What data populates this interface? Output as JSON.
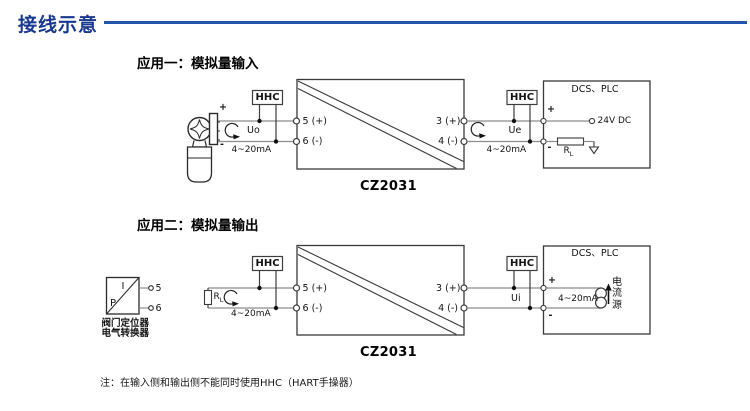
{
  "header": {
    "title": "接线示意"
  },
  "colors": {
    "title_blue": "#19388f",
    "rule_blue": "#2356a8",
    "wire_gray": "#8c8c8c",
    "ink": "#3d3d3d"
  },
  "labels": {
    "hhc": "HHC",
    "plus": "+",
    "minus": "-",
    "current": "4~20mA",
    "rl_main": "R",
    "rl_sub": "L"
  },
  "isolator": {
    "model": "CZ2031",
    "terminals": {
      "t5": "5 (+)",
      "t6": "6 (-)",
      "t3": "3 (+)",
      "t4": "4 (-)"
    }
  },
  "app1": {
    "title": "应用一：模拟量输入",
    "uo": "Uo",
    "ue": "Ue",
    "dcs": {
      "title": "DCS、PLC",
      "power": "24V DC"
    }
  },
  "app2": {
    "title": "应用二：模拟量输出",
    "ui": "Ui",
    "valve": {
      "i": "I",
      "p": "P",
      "t5": "5",
      "t6": "6",
      "name1": "阀门定位器",
      "name2": "电气转换器"
    },
    "dcs": {
      "title": "DCS、PLC",
      "source": "电流源"
    }
  },
  "note": "注：在输入侧和输出侧不能同时使用HHC（HART手操器）"
}
